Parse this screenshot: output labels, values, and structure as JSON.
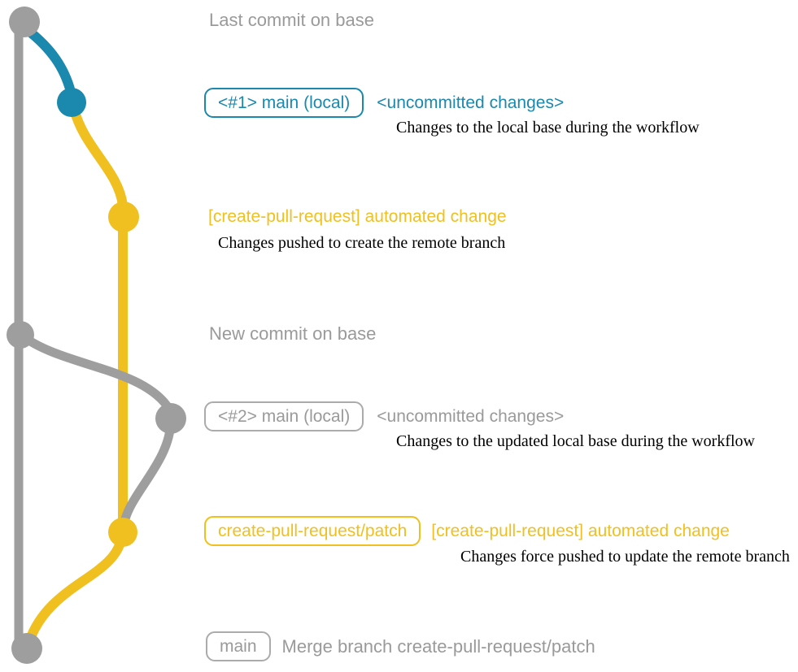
{
  "colors": {
    "gray_text": "#9a9a9a",
    "gray_line": "#9e9e9e",
    "gray_border": "#ababab",
    "teal": "#1b88ad",
    "yellow": "#f0c020",
    "description_text": "#000000"
  },
  "annotations": {
    "last_commit_label": "Last commit on base",
    "new_commit_label": "New commit on base",
    "row1": {
      "branch_box": "<#1> main (local)",
      "status": "<uncommitted changes>",
      "description": "Changes to the local base during the workflow"
    },
    "row2": {
      "title": "[create-pull-request] automated change",
      "description": "Changes pushed to create the remote branch"
    },
    "row3": {
      "branch_box": "<#2> main (local)",
      "status": "<uncommitted changes>",
      "description": "Changes to the updated local base during the workflow"
    },
    "row4": {
      "branch_box": "create-pull-request/patch",
      "title": "[create-pull-request] automated change",
      "description": "Changes force pushed to update the remote branch"
    },
    "row5": {
      "branch_box": "main",
      "message": "Merge branch create-pull-request/patch"
    }
  }
}
